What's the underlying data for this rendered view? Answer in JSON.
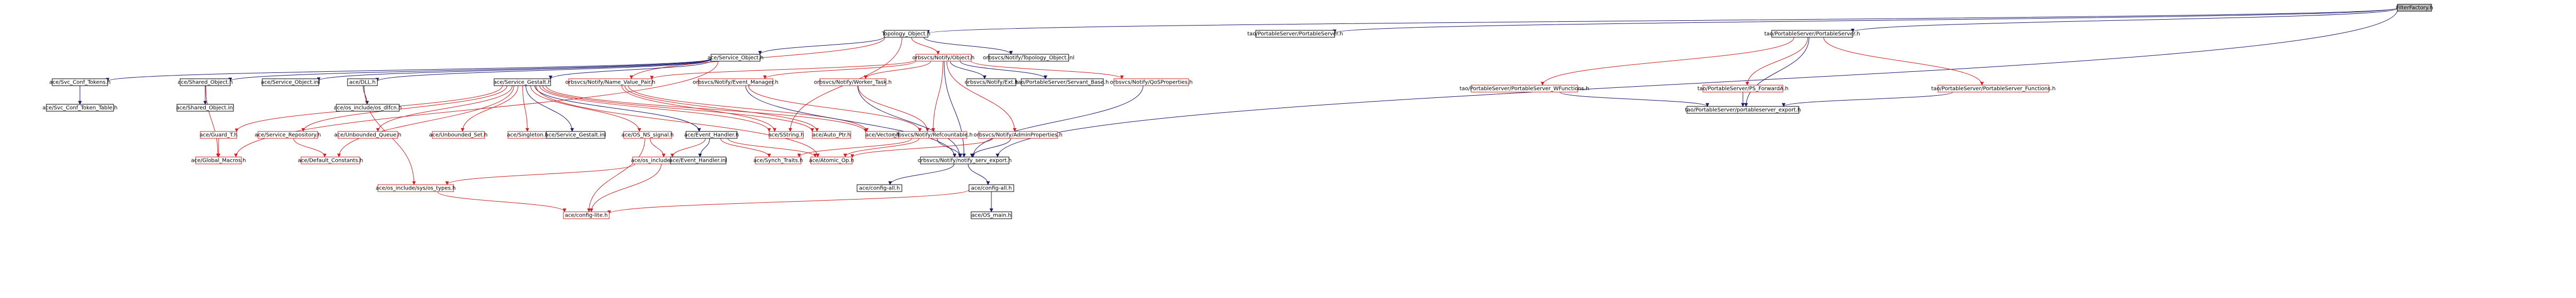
{
  "colors": {
    "edge_default": "#191970",
    "edge_red": "#cc2222",
    "node_stroke_black": "#000000",
    "node_stroke_red": "#cc2222",
    "node_fill": "#ffffff",
    "root_fill": "#bfbfbf",
    "text": "#000000"
  },
  "nodes": [
    {
      "id": "ff",
      "label": "FilterFactory.h",
      "style": "root"
    },
    {
      "id": "to",
      "label": "Topology_Object.h",
      "style": "black"
    },
    {
      "id": "tps",
      "label": "tao/PortableServer/PortableServer.h",
      "style": "black"
    },
    {
      "id": "tpsh",
      "label": "tao/PortableServer/PortableServer.h",
      "style": "black"
    },
    {
      "id": "so",
      "label": "ace/Service_Object.h",
      "style": "black"
    },
    {
      "id": "no",
      "label": "orbsvcs/Notify/Object.h",
      "style": "red"
    },
    {
      "id": "nti",
      "label": "orbsvcs/Notify/Topology_Object.inl",
      "style": "black"
    },
    {
      "id": "pwc",
      "label": "tao/PortableServer/PortableServer_WFunctions.h",
      "style": "red"
    },
    {
      "id": "psf",
      "label": "tao/PortableServer/PS_ForwardA.h",
      "style": "red"
    },
    {
      "id": "psfn",
      "label": "tao/PortableServer/PortableServer_Functions.h",
      "style": "red"
    },
    {
      "id": "sct",
      "label": "ace/Svc_Conf_Tokens.h",
      "style": "black"
    },
    {
      "id": "sho",
      "label": "ace/Shared_Object.h",
      "style": "black"
    },
    {
      "id": "soi",
      "label": "ace/Service_Object.inl",
      "style": "black"
    },
    {
      "id": "dll",
      "label": "ace/DLL.h",
      "style": "black"
    },
    {
      "id": "sg",
      "label": "ace/Service_Gestalt.h",
      "style": "black"
    },
    {
      "id": "nvp",
      "label": "orbsvcs/Notify/Name_Value_Pair.h",
      "style": "red"
    },
    {
      "id": "nem",
      "label": "orbsvcs/Notify/Event_Manager.h",
      "style": "red"
    },
    {
      "id": "nwt",
      "label": "orbsvcs/Notify/Worker_Task.h",
      "style": "red"
    },
    {
      "id": "nex",
      "label": "orbsvcs/Notify/Ext.h",
      "style": "black"
    },
    {
      "id": "psb",
      "label": "tao/PortableServer/Servant_Base.h",
      "style": "black"
    },
    {
      "id": "qos",
      "label": "orbsvcs/Notify/QoSProperties.h",
      "style": "red"
    },
    {
      "id": "pse",
      "label": "tao/PortableServer/portableserver_export.h",
      "style": "black"
    },
    {
      "id": "sctt",
      "label": "ace/Svc_Conf_Token_Table.h",
      "style": "black"
    },
    {
      "id": "shoi",
      "label": "ace/Shared_Object.inl",
      "style": "black"
    },
    {
      "id": "osd",
      "label": "ace/os_include/os_dlfcn.h",
      "style": "black"
    },
    {
      "id": "gt",
      "label": "ace/Guard_T.h",
      "style": "red"
    },
    {
      "id": "sr",
      "label": "ace/Service_Repository.h",
      "style": "red"
    },
    {
      "id": "uq",
      "label": "ace/Unbounded_Queue.h",
      "style": "red"
    },
    {
      "id": "us",
      "label": "ace/Unbounded_Set.h",
      "style": "red"
    },
    {
      "id": "sgl",
      "label": "ace/Singleton.h",
      "style": "red"
    },
    {
      "id": "sgi",
      "label": "ace/Service_Gestalt.inl",
      "style": "black"
    },
    {
      "id": "osn",
      "label": "ace/OS_NS_signal.h",
      "style": "red"
    },
    {
      "id": "eh",
      "label": "ace/Event_Handler.h",
      "style": "black"
    },
    {
      "id": "ss",
      "label": "ace/SString.h",
      "style": "red"
    },
    {
      "id": "ap",
      "label": "ace/Auto_Ptr.h",
      "style": "red"
    },
    {
      "id": "vt",
      "label": "ace/Vector_T.h",
      "style": "red"
    },
    {
      "id": "nrc",
      "label": "orbsvcs/Notify/Refcountable.h",
      "style": "red"
    },
    {
      "id": "nap",
      "label": "orbsvcs/Notify/AdminProperties.h",
      "style": "red"
    },
    {
      "id": "gm",
      "label": "ace/Global_Macros.h",
      "style": "red"
    },
    {
      "id": "dc",
      "label": "ace/Default_Constants.h",
      "style": "red"
    },
    {
      "id": "ois",
      "label": "ace/os_include/os_signal.h",
      "style": "red"
    },
    {
      "id": "ehi",
      "label": "ace/Event_Handler.inl",
      "style": "black"
    },
    {
      "id": "st",
      "label": "ace/Synch_Traits.h",
      "style": "red"
    },
    {
      "id": "ao",
      "label": "ace/Atomic_Op.h",
      "style": "red"
    },
    {
      "id": "nse",
      "label": "orbsvcs/Notify/notify_serv_export.h",
      "style": "black"
    },
    {
      "id": "ost",
      "label": "ace/os_include/sys/os_types.h",
      "style": "red"
    },
    {
      "id": "cfa",
      "label": "ace/config-all.h",
      "style": "black"
    },
    {
      "id": "cfa2",
      "label": "ace/config-all.h",
      "style": "black"
    },
    {
      "id": "cl",
      "label": "ace/config-lite.h",
      "style": "red"
    },
    {
      "id": "osm",
      "label": "ace/OS_main.h",
      "style": "black"
    }
  ]
}
